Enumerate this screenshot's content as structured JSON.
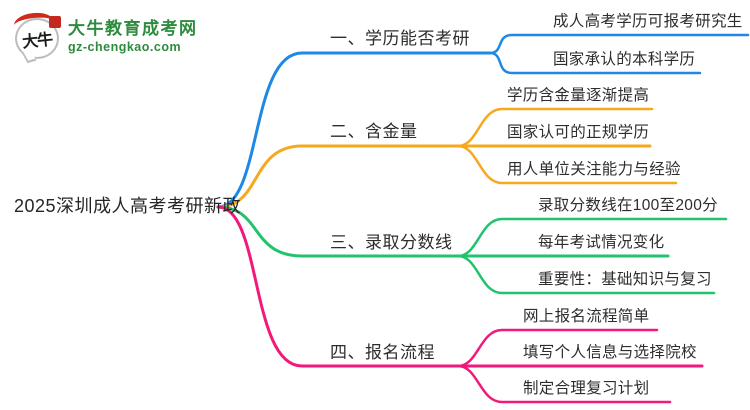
{
  "logo": {
    "bubble_text": "大牛",
    "title": "大牛教育成考网",
    "domain": "gz-chengkao.com",
    "brand_green": "#2e8b3e",
    "brand_red": "#ce2a1e"
  },
  "root": {
    "label": "2025深圳成人高考考研新政"
  },
  "branches": [
    {
      "label": "一、学历能否考研",
      "color": "#1e88e5",
      "children": [
        "成人高考学历可报考研究生",
        "国家承认的本科学历"
      ]
    },
    {
      "label": "二、含金量",
      "color": "#f6a81f",
      "children": [
        "学历含金量逐渐提高",
        "国家认可的正规学历",
        "用人单位关注能力与经验"
      ]
    },
    {
      "label": "三、录取分数线",
      "color": "#22c36e",
      "children": [
        "录取分数线在100至200分",
        "每年考试情况变化",
        "重要性：基础知识与复习"
      ]
    },
    {
      "label": "四、报名流程",
      "color": "#f1197c",
      "children": [
        "网上报名流程简单",
        "填写个人信息与选择院校",
        "制定合理复习计划"
      ]
    }
  ]
}
